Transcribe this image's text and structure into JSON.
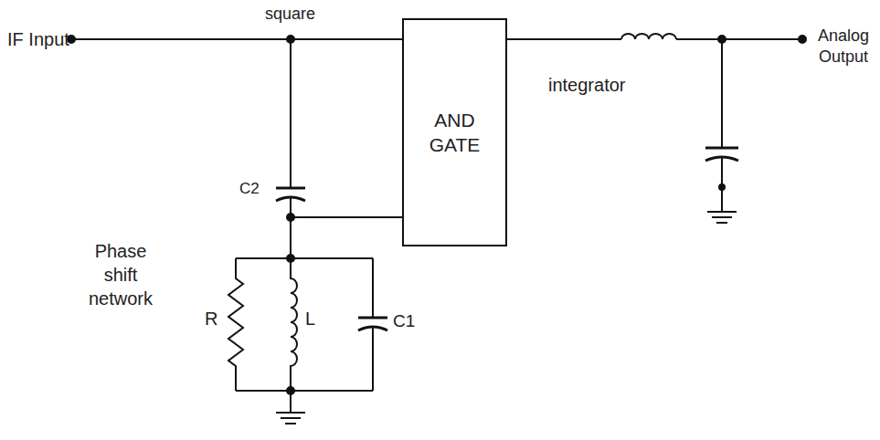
{
  "diagram": {
    "nodes": [
      {
        "text": [
          "AND GATE"
        ]
      }
    ],
    "labels": [
      "IF Input",
      "square",
      "C2",
      "Phase shift network",
      "R",
      "L",
      "C1",
      "integrator",
      "Analog Output"
    ]
  }
}
